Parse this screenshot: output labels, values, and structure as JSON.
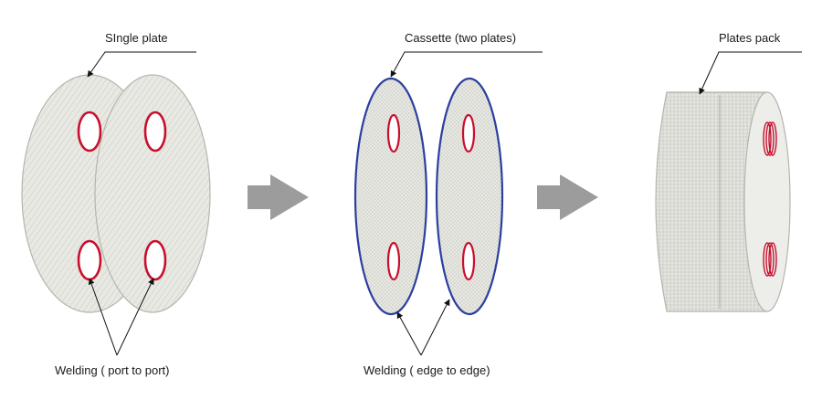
{
  "labels": {
    "single_plate": "SIngle plate",
    "cassette": "Cassette (two plates)",
    "plates_pack": "Plates pack",
    "welding_port": "Welding ( port to port)",
    "welding_edge": "Welding ( edge to edge)"
  },
  "colors": {
    "plate_fill": "#e9e9e4",
    "hatch": "#c9c9c2",
    "plate_edge": "#b5b5ae",
    "port_weld": "#c8102e",
    "edge_weld": "#2b3f9e",
    "arrow": "#9c9c9c",
    "leader": "#111111"
  },
  "icons": [
    "process-arrow",
    "callout-arrow"
  ]
}
